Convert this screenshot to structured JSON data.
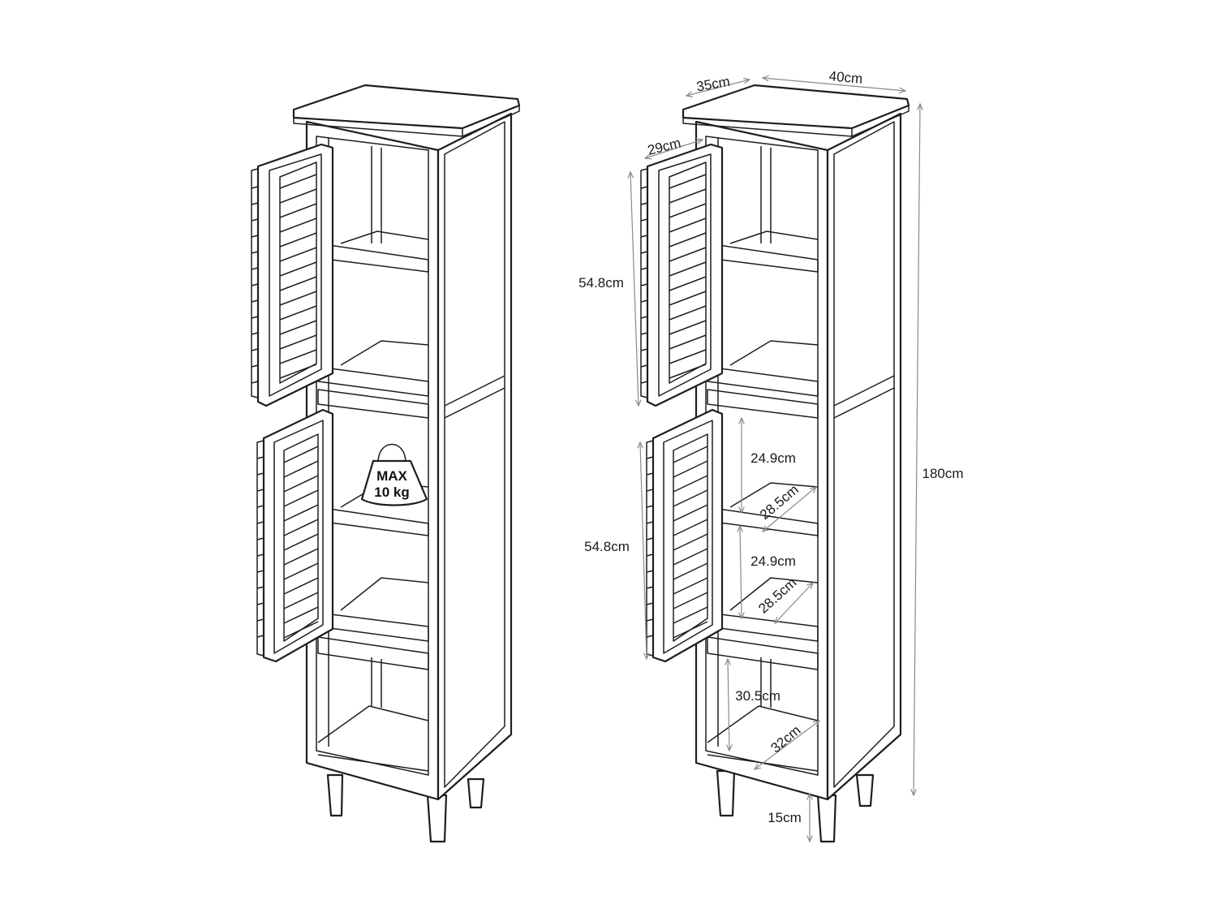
{
  "weight_badge": {
    "line1": "MAX",
    "line2": "10 kg"
  },
  "dimensions": {
    "depth": "35cm",
    "width": "40cm",
    "door_width": "29cm",
    "height": "180cm",
    "upper_door_height": "54.8cm",
    "lower_door_height": "54.8cm",
    "upper_compartment_height": "24.9cm",
    "upper_shelf_depth": "28.5cm",
    "lower_compartment_height": "24.9cm",
    "lower_shelf_depth": "28.5cm",
    "bottom_compartment_height": "30.5cm",
    "bottom_shelf_depth": "32cm",
    "leg_height": "15cm"
  }
}
